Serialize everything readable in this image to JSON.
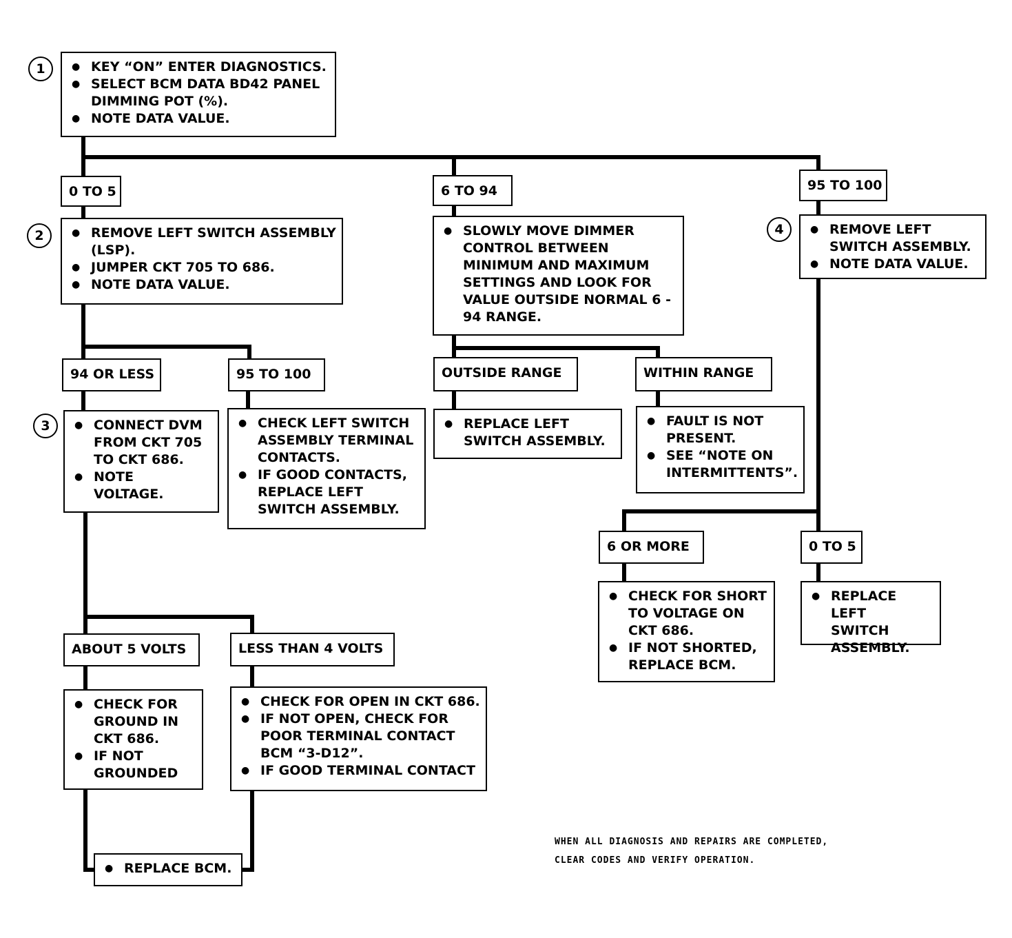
{
  "steps": [
    {
      "number": "1",
      "items": [
        "KEY “ON” ENTER DIAGNOSTICS.",
        "SELECT BCM DATA BD42 PANEL\nDIMMING POT (%).",
        "NOTE DATA VALUE."
      ]
    },
    {
      "number": "2",
      "items": [
        "REMOVE LEFT SWITCH ASSEMBLY\n(LSP).",
        "JUMPER CKT 705 TO 686.",
        "NOTE DATA VALUE."
      ]
    },
    {
      "number": "3",
      "items": [
        "CONNECT DVM\nFROM CKT 705\nTO CKT 686.",
        "NOTE\nVOLTAGE."
      ]
    },
    {
      "number": "4",
      "items": [
        "REMOVE LEFT\nSWITCH ASSEMBLY.",
        "NOTE DATA VALUE."
      ]
    }
  ],
  "branches": {
    "s1_low": "0 TO 5",
    "s1_mid": "6 TO 94",
    "s1_high": "95 TO 100",
    "s2_low": "94 OR LESS",
    "s2_high": "95 TO 100",
    "mid_out": "OUTSIDE RANGE",
    "mid_in": "WITHIN RANGE",
    "s4_high": "6 OR MORE",
    "s4_low": "0 TO 5",
    "s3_high": "ABOUT 5 VOLTS",
    "s3_low": "LESS THAN 4 VOLTS"
  },
  "actions": {
    "check_contacts": [
      "CHECK LEFT SWITCH\nASSEMBLY TERMINAL\nCONTACTS.",
      "IF GOOD CONTACTS,\nREPLACE LEFT\nSWITCH ASSEMBLY."
    ],
    "slow_move": [
      "SLOWLY MOVE DIMMER\nCONTROL BETWEEN\nMINIMUM AND MAXIMUM\nSETTINGS AND LOOK FOR\nVALUE OUTSIDE NORMAL 6 -\n94 RANGE."
    ],
    "replace_lsa_mid": [
      "REPLACE LEFT\nSWITCH ASSEMBLY."
    ],
    "fault_not_present": [
      "FAULT IS NOT\nPRESENT.",
      "SEE “NOTE ON\nINTERMITTENTS”."
    ],
    "check_short": [
      "CHECK FOR SHORT\nTO VOLTAGE ON\nCKT 686.",
      "IF NOT SHORTED,\nREPLACE BCM."
    ],
    "replace_lsa_right": [
      "REPLACE LEFT\nSWITCH\nASSEMBLY."
    ],
    "check_ground": [
      "CHECK FOR\nGROUND IN\nCKT 686.",
      "IF NOT\nGROUNDED"
    ],
    "check_open": [
      "CHECK FOR OPEN IN CKT 686.",
      "IF NOT OPEN, CHECK FOR\nPOOR TERMINAL CONTACT\nBCM “3-D12”.",
      "IF GOOD TERMINAL CONTACT"
    ],
    "replace_bcm": [
      "REPLACE BCM."
    ]
  },
  "footnote": "WHEN ALL DIAGNOSIS AND REPAIRS ARE COMPLETED,\nCLEAR CODES AND VERIFY OPERATION."
}
